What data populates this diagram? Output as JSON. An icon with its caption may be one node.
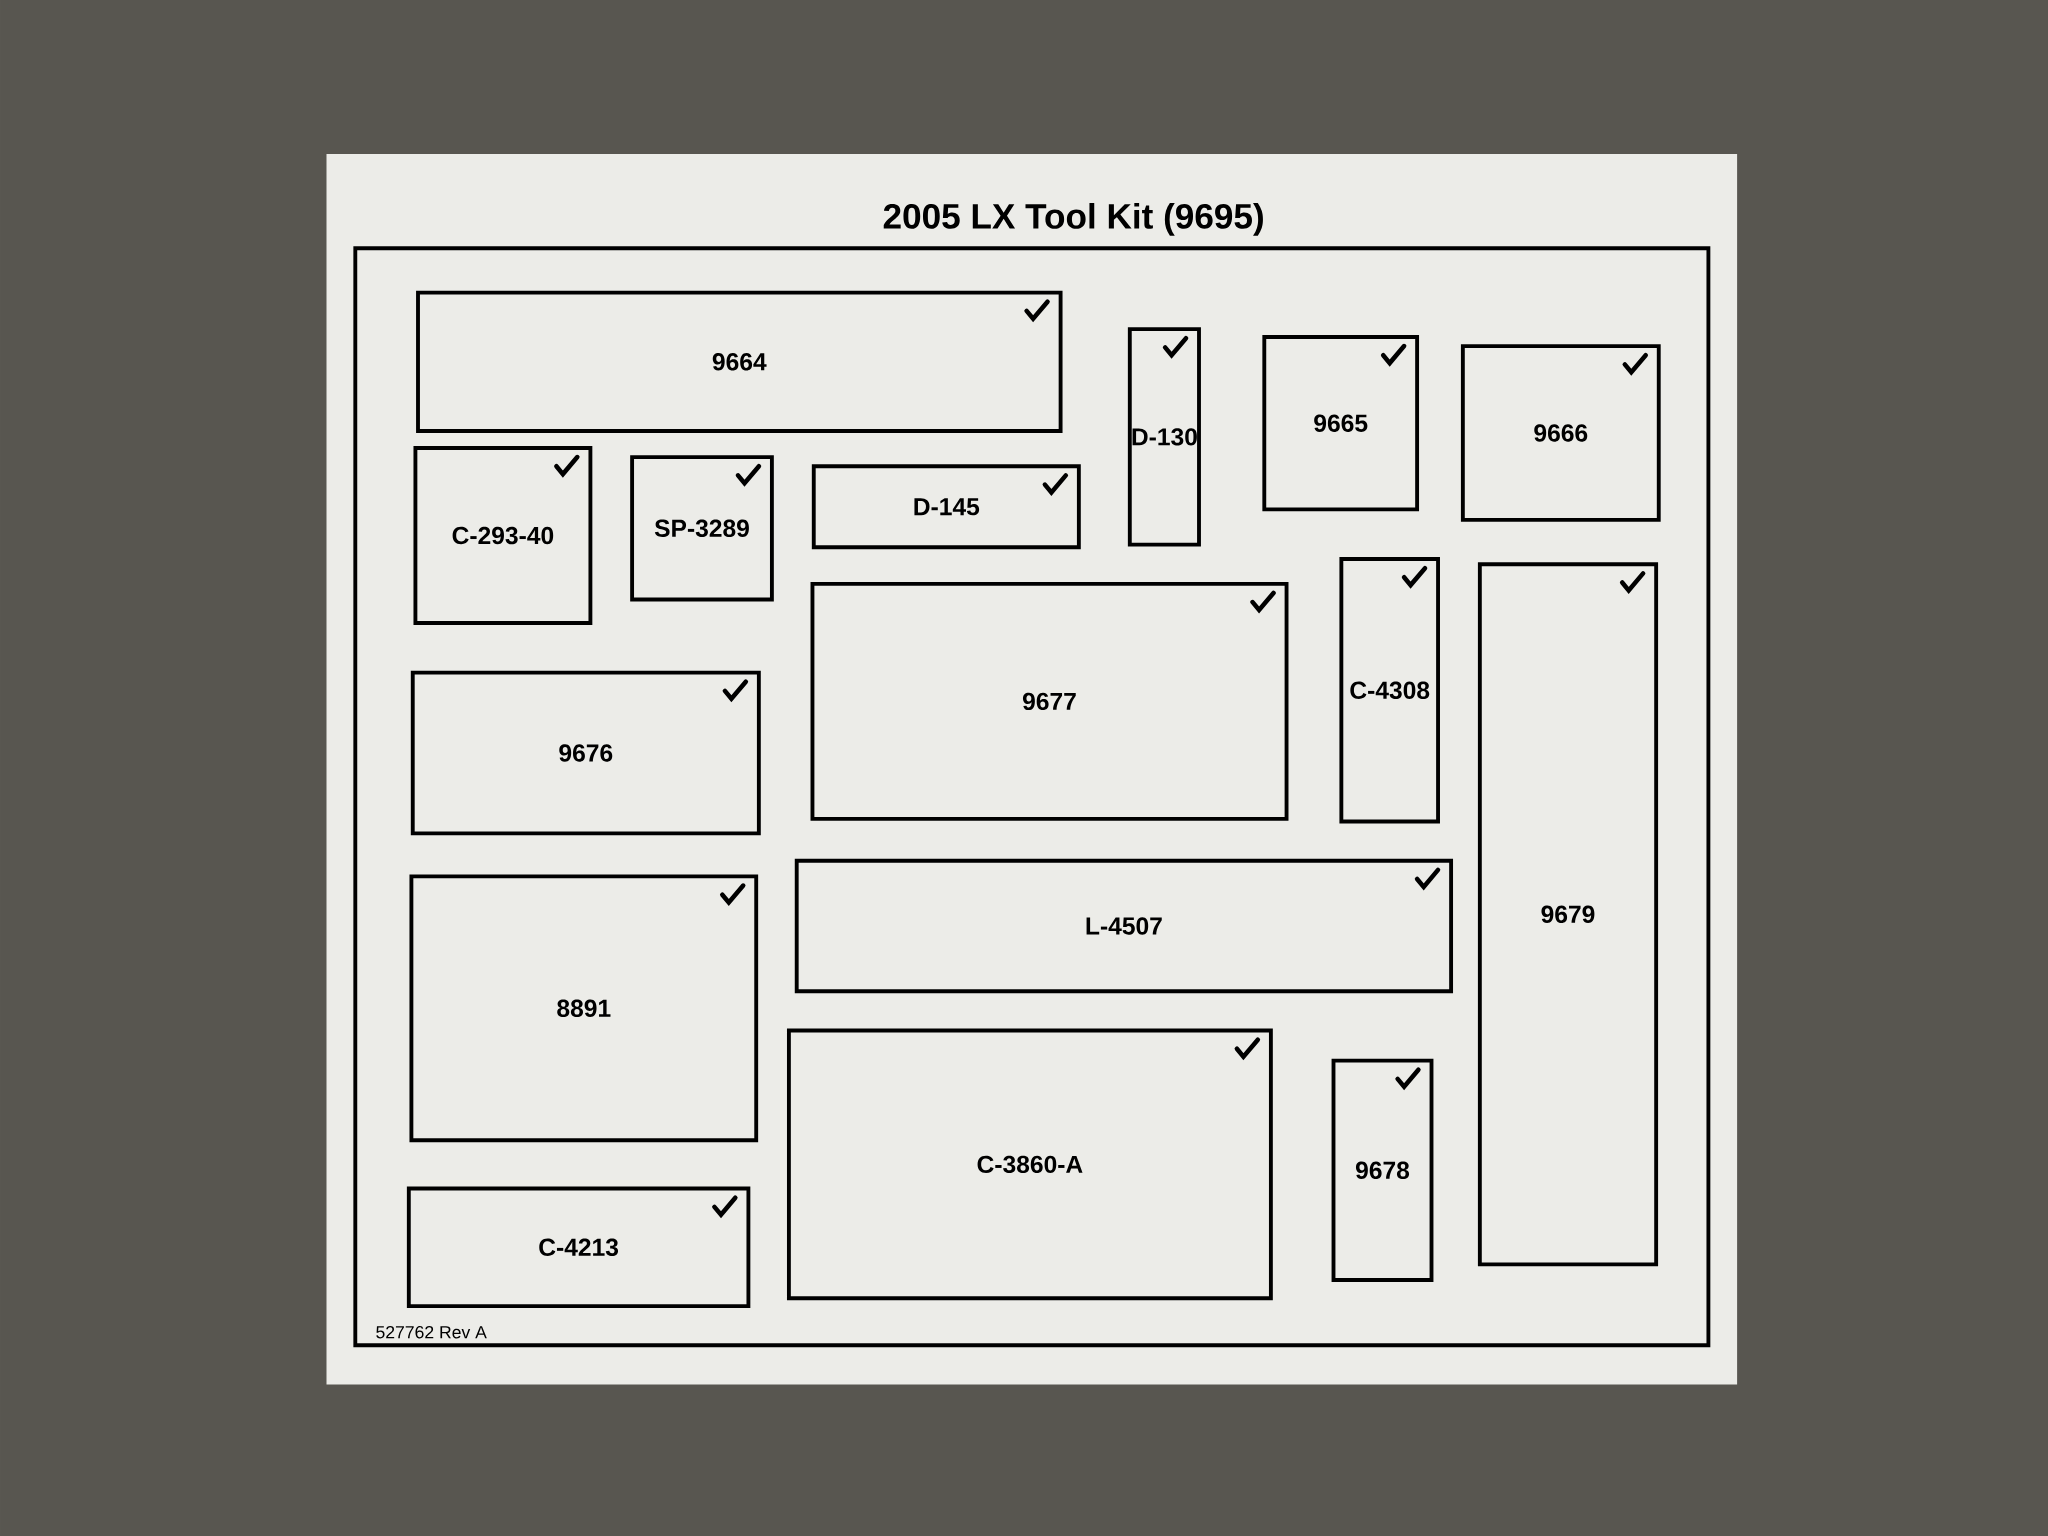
{
  "diagram": {
    "title": "2005 LX Tool Kit (9695)",
    "nodes": [
      {
        "text": [
          "9664"
        ]
      },
      {
        "text": [
          "D-130"
        ]
      },
      {
        "text": [
          "9665"
        ]
      },
      {
        "text": [
          "9666"
        ]
      },
      {
        "text": [
          "C-293-40"
        ]
      },
      {
        "text": [
          "SP-3289"
        ]
      },
      {
        "text": [
          "D-145"
        ]
      },
      {
        "text": [
          "9677"
        ]
      },
      {
        "text": [
          "C-4308"
        ]
      },
      {
        "text": [
          "9679"
        ]
      },
      {
        "text": [
          "9676"
        ]
      },
      {
        "text": [
          "8891"
        ]
      },
      {
        "text": [
          "L-4507"
        ]
      },
      {
        "text": [
          "C-3860-A"
        ]
      },
      {
        "text": [
          "9678"
        ]
      },
      {
        "text": [
          "C-4213"
        ]
      }
    ],
    "labels": [
      "527762 Rev A"
    ]
  }
}
